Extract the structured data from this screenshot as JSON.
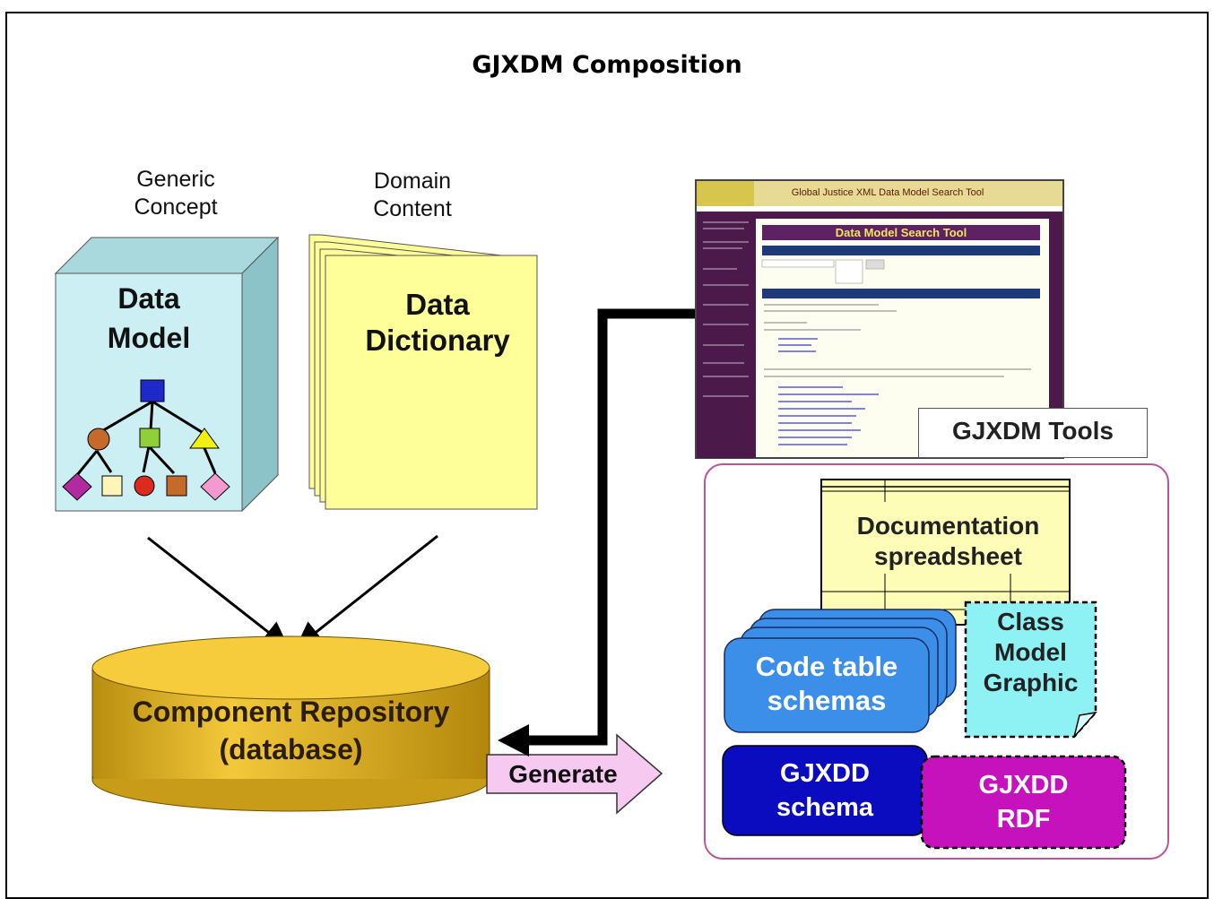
{
  "title": "GJXDM Composition",
  "generic_concept": {
    "line1": "Generic",
    "line2": "Concept"
  },
  "domain_content": {
    "line1": "Domain",
    "line2": "Content"
  },
  "data_model": {
    "line1": "Data",
    "line2": "Model"
  },
  "data_dictionary": {
    "line1": "Data",
    "line2": "Dictionary"
  },
  "repository": {
    "line1": "Component Repository",
    "line2": "(database)"
  },
  "generate": "Generate",
  "screenshot": {
    "header": "Global Justice XML Data Model Search Tool",
    "banner": "Data Model Search Tool"
  },
  "tools_label": "GJXDM Tools",
  "documentation": {
    "line1": "Documentation",
    "line2": "spreadsheet"
  },
  "code_table": {
    "line1": "Code table",
    "line2": "schemas"
  },
  "class_model": {
    "line1": "Class",
    "line2": "Model",
    "line3": "Graphic"
  },
  "gjxdd_schema": {
    "line1": "GJXDD",
    "line2": "schema"
  },
  "gjxdd_rdf": {
    "line1": "GJXDD",
    "line2": "RDF"
  },
  "colors": {
    "data_model_box": "#cbeff3",
    "dictionary": "#ffff99",
    "repository": "#e3b21e",
    "generate_arrow": "#f5c9f0",
    "code_table": "#3b8fe8",
    "class_model": "#8ef2f4",
    "gjxdd_schema": "#0b0bbf",
    "gjxdd_rdf": "#c512bd",
    "panel_border": "#b9559e",
    "screenshot_sidebar": "#4b1a4b"
  }
}
